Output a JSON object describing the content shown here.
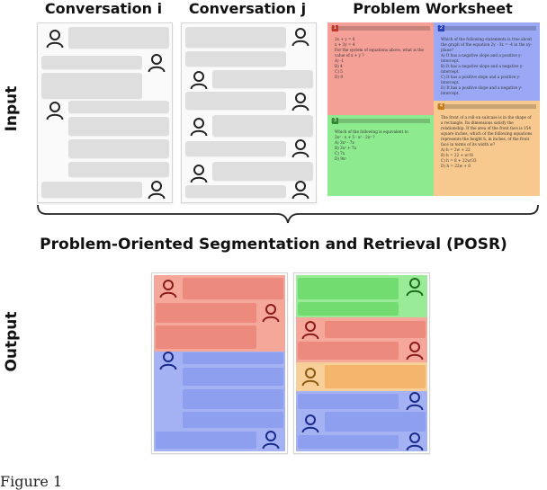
{
  "headers": {
    "conv_i": "Conversation i",
    "conv_j": "Conversation j",
    "worksheet": "Problem Worksheet"
  },
  "side_labels": {
    "input": "Input",
    "output": "Output"
  },
  "posr_label": "Problem-Oriented Segmentation and Retrieval (POSR)",
  "caption": "Figure 1",
  "worksheet": {
    "p1": {
      "num": "1",
      "text": "2x + y = 8\nx + 3y = 4\nFor the system of equations above, what is the value of x + y ?\nA)  -1\nB)  4\nC)  5\nD)  9",
      "color": "#f5a097"
    },
    "p2": {
      "num": "2",
      "text": "Which of the following statements is true about the graph of the equation 2y - 3x = -4 in the xy-plane?\nA)  It has a negative slope and a positive y-intercept.\nB)  It has a negative slope and a negative y-intercept.\nC)  It has a positive slope and a positive y-intercept.\nD)  It has a positive slope and a negative y-intercept.",
      "color": "#9aa8f5"
    },
    "p3": {
      "num": "3",
      "text": "Which of the following is equivalent to\n2x² - x + 5 - x² - 2x² ?\nA)  3x² - 7x\nB)  3x² + 7x\nC)  7x\nD)  9x²",
      "color": "#8eea8e"
    },
    "p4": {
      "num": "4",
      "text": "The front of a roll-on suitcase is in the shape of a rectangle. Its dimensions satisfy the relationship. If the area of the front face is 154 square inches, which of the following equations represents the height h, in inches, of the front face in terms of its width w?\nA)  h = 2w + 22\nB)  h = 22 + w²/8\nC)  h = 8 + 22w/33\nD)  h = 22w + 8",
      "color": "#f8c98e"
    }
  },
  "colors": {
    "red_seg": "#f5a79a",
    "blue_seg": "#a4b1f3",
    "green_seg": "#99eb98",
    "orange_seg": "#f8ce99"
  }
}
